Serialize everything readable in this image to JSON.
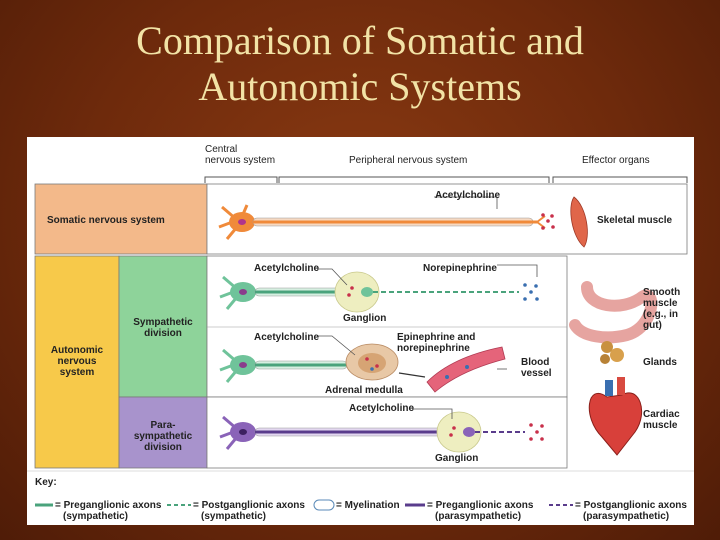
{
  "slide": {
    "title_line1": "Comparison of Somatic and",
    "title_line2": "Autonomic Systems"
  },
  "header": {
    "cns": "Central\nnervous system",
    "cns_line1": "Central",
    "cns_line2": "nervous system",
    "pns": "Peripheral nervous system",
    "effectors": "Effector organs"
  },
  "rows": {
    "somatic": "Somatic nervous system",
    "autonomic_line1": "Autonomic",
    "autonomic_line2": "nervous",
    "autonomic_line3": "system",
    "sympathetic_line1": "Sympathetic",
    "sympathetic_line2": "division",
    "para_line1": "Para-",
    "para_line2": "sympathetic",
    "para_line3": "division"
  },
  "labels": {
    "acetylcholine": "Acetylcholine",
    "acetylcholine_misspelled": "Acetylcholine",
    "norepinephrine": "Norepinephrine",
    "ganglion": "Ganglion",
    "epi_line1": "Epinephrine and",
    "epi_line2": "norepinephrine",
    "adrenal": "Adrenal medulla",
    "blood_line1": "Blood",
    "blood_line2": "vessel"
  },
  "effectors": {
    "skeletal": "Skeletal muscle",
    "smooth_line1": "Smooth",
    "smooth_line2": "muscle",
    "smooth_line3": "(e.g., in",
    "smooth_line4": "gut)",
    "glands": "Glands",
    "cardiac_line1": "Cardiac",
    "cardiac_line2": "muscle"
  },
  "key": {
    "title": "Key:",
    "items": [
      {
        "label1": "= Preganglionic axons",
        "label2": "(sympathetic)"
      },
      {
        "label1": "= Postganglionic axons",
        "label2": "(sympathetic)"
      },
      {
        "label1": "= Myelination",
        "label2": ""
      },
      {
        "label1": "= Preganglionic axons",
        "label2": "(parasympathetic)"
      },
      {
        "label1": "= Postganglionic axons",
        "label2": "(parasympathetic)"
      }
    ]
  },
  "colors": {
    "background": "#6e2a0c",
    "title": "#f2e3a6",
    "somatic_bg": "#f3b98a",
    "autonomic_bg": "#f7c94a",
    "sympathetic_bg": "#8ed39a",
    "parasympathetic_bg": "#a893cc",
    "somatic_neuron": "#f08a3a",
    "sympathetic_neuron": "#6fc39a",
    "para_neuron": "#8a63b8",
    "sympathetic_axon": "#4aa37c",
    "para_axon": "#5a3c8c"
  }
}
